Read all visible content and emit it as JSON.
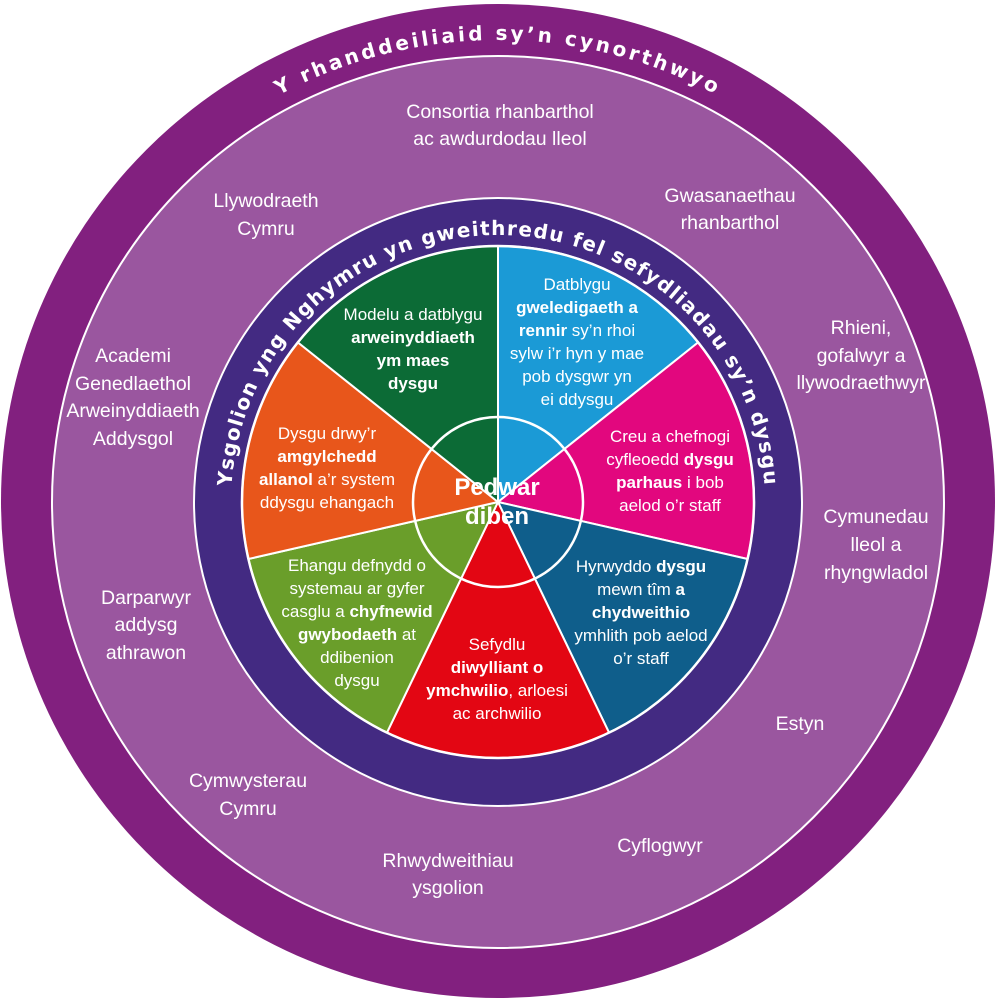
{
  "colors": {
    "outer_ring": "#82207F",
    "stakeholder_ring": "#9A569F",
    "school_ring": "#432A82",
    "center_circle": "#48267F"
  },
  "rings": {
    "outer": {
      "title": "Y rhanddeiliaid sy’n cynorthwyo"
    },
    "school": {
      "title": "Ysgolion yng Nghymru yn gweithredu fel sefydliadau sy’n dysgu"
    }
  },
  "stakeholders": [
    {
      "lines": [
        "Consortia rhanbarthol",
        "ac awdurdodau lleol"
      ]
    },
    {
      "lines": [
        "Gwasanaethau",
        "rhanbarthol"
      ]
    },
    {
      "lines": [
        "Rhieni,",
        "gofalwyr a",
        "llywodraethwyr"
      ]
    },
    {
      "lines": [
        "Cymunedau",
        "lleol a",
        "rhyngwladol"
      ]
    },
    {
      "lines": [
        "Estyn"
      ]
    },
    {
      "lines": [
        "Cyflogwyr"
      ]
    },
    {
      "lines": [
        "Rhwydweithiau",
        "ysgolion"
      ]
    },
    {
      "lines": [
        "Cymwysterau",
        "Cymru"
      ]
    },
    {
      "lines": [
        "Darparwyr",
        "addysg",
        "athrawon"
      ]
    },
    {
      "lines": [
        "Academi",
        "Genedlaethol",
        "Arweinyddiaeth",
        "Addysgol"
      ]
    },
    {
      "lines": [
        "Llywodraeth",
        "Cymru"
      ]
    }
  ],
  "wheel": {
    "center": {
      "lines": [
        "Pedwar",
        "diben"
      ]
    },
    "segments": [
      {
        "color": "#1B9AD6",
        "lines": [
          [
            {
              "text": "Datblygu",
              "weight": "normal"
            }
          ],
          [
            {
              "text": "gweledigaeth a",
              "weight": "bold"
            }
          ],
          [
            {
              "text": "rennir",
              "weight": "bold"
            },
            {
              "text": " sy’n rhoi",
              "weight": "normal"
            }
          ],
          [
            {
              "text": "sylw i’r hyn y mae",
              "weight": "normal"
            }
          ],
          [
            {
              "text": "pob dysgwr yn",
              "weight": "normal"
            }
          ],
          [
            {
              "text": "ei ddysgu",
              "weight": "normal"
            }
          ]
        ]
      },
      {
        "color": "#E2077E",
        "lines": [
          [
            {
              "text": "Creu a chefnogi",
              "weight": "normal"
            }
          ],
          [
            {
              "text": "cyfleoedd ",
              "weight": "normal"
            },
            {
              "text": "dysgu",
              "weight": "bold"
            }
          ],
          [
            {
              "text": "parhaus",
              "weight": "bold"
            },
            {
              "text": " i bob",
              "weight": "normal"
            }
          ],
          [
            {
              "text": "aelod o’r staff",
              "weight": "normal"
            }
          ]
        ]
      },
      {
        "color": "#0F5E8B",
        "lines": [
          [
            {
              "text": "Hyrwyddo ",
              "weight": "normal"
            },
            {
              "text": "dysgu",
              "weight": "bold"
            }
          ],
          [
            {
              "text": "mewn tîm ",
              "weight": "normal"
            },
            {
              "text": "a",
              "weight": "bold"
            }
          ],
          [
            {
              "text": "chydweithio",
              "weight": "bold"
            }
          ],
          [
            {
              "text": "ymhlith pob aelod",
              "weight": "normal"
            }
          ],
          [
            {
              "text": "o’r staff",
              "weight": "normal"
            }
          ]
        ]
      },
      {
        "color": "#E30613",
        "lines": [
          [
            {
              "text": "Sefydlu",
              "weight": "normal"
            }
          ],
          [
            {
              "text": "diwylliant o",
              "weight": "bold"
            }
          ],
          [
            {
              "text": "ymchwilio",
              "weight": "bold"
            },
            {
              "text": ", arloesi",
              "weight": "normal"
            }
          ],
          [
            {
              "text": "ac archwilio",
              "weight": "normal"
            }
          ]
        ]
      },
      {
        "color": "#6A9E2A",
        "lines": [
          [
            {
              "text": "Ehangu defnydd o",
              "weight": "normal"
            }
          ],
          [
            {
              "text": "systemau ar gyfer",
              "weight": "normal"
            }
          ],
          [
            {
              "text": "casglu a ",
              "weight": "normal"
            },
            {
              "text": "chyfnewid",
              "weight": "bold"
            }
          ],
          [
            {
              "text": "gwybodaeth",
              "weight": "bold"
            },
            {
              "text": " at",
              "weight": "normal"
            }
          ],
          [
            {
              "text": "ddibenion",
              "weight": "normal"
            }
          ],
          [
            {
              "text": "dysgu",
              "weight": "normal"
            }
          ]
        ]
      },
      {
        "color": "#E8561B",
        "lines": [
          [
            {
              "text": "Dysgu drwy’r",
              "weight": "normal"
            }
          ],
          [
            {
              "text": "amgylchedd",
              "weight": "bold"
            }
          ],
          [
            {
              "text": "allanol",
              "weight": "bold"
            },
            {
              "text": " a’r system",
              "weight": "normal"
            }
          ],
          [
            {
              "text": "ddysgu ehangach",
              "weight": "normal"
            }
          ]
        ]
      },
      {
        "color": "#0C6B36",
        "lines": [
          [
            {
              "text": "Modelu a datblygu",
              "weight": "normal"
            }
          ],
          [
            {
              "text": "arweinyddiaeth",
              "weight": "bold"
            }
          ],
          [
            {
              "text": "ym maes",
              "weight": "bold"
            }
          ],
          [
            {
              "text": "dysgu",
              "weight": "bold"
            }
          ]
        ]
      }
    ]
  }
}
